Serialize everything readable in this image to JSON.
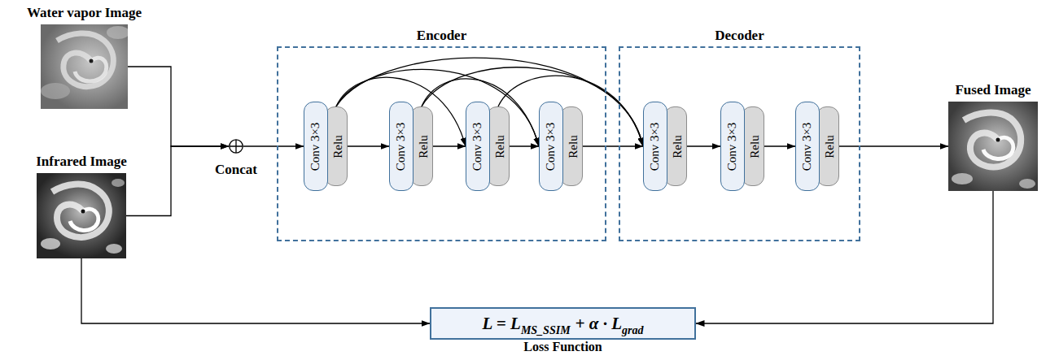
{
  "diagram": {
    "nodes": [
      {
        "text": [
          "Water vapor Image"
        ]
      },
      {
        "text": [
          "Infrared Image"
        ]
      },
      {
        "text": [
          "Concat"
        ]
      },
      {
        "text": [
          "Encoder"
        ]
      },
      {
        "text": [
          "Conv 3×3"
        ],
        "in": 3
      },
      {
        "text": [
          "Relu"
        ],
        "in": 3
      },
      {
        "text": [
          "Conv 3×3"
        ],
        "in": 3
      },
      {
        "text": [
          "Relu"
        ],
        "in": 3
      },
      {
        "text": [
          "Conv 3×3"
        ],
        "in": 3
      },
      {
        "text": [
          "Relu"
        ],
        "in": 3
      },
      {
        "text": [
          "Conv 3×3"
        ],
        "in": 3
      },
      {
        "text": [
          "Relu"
        ],
        "in": 3
      },
      {
        "text": [
          "Decoder"
        ]
      },
      {
        "text": [
          "Conv 3×3"
        ],
        "in": 12
      },
      {
        "text": [
          "Relu"
        ],
        "in": 12
      },
      {
        "text": [
          "Conv 3×3"
        ],
        "in": 12
      },
      {
        "text": [
          "Relu"
        ],
        "in": 12
      },
      {
        "text": [
          "Conv 3×3"
        ],
        "in": 12
      },
      {
        "text": [
          "Relu"
        ],
        "in": 12
      },
      {
        "text": [
          "Fused Image"
        ]
      },
      {
        "text": [
          "L = L",
          "MS_SSIM",
          "+ α · L",
          "grad",
          "Loss Function"
        ]
      }
    ],
    "edges": [
      {
        "from": 0,
        "to": 2,
        "arrow": "to"
      },
      {
        "from": 1,
        "to": 2,
        "arrow": "to"
      },
      {
        "from": 2,
        "to": 4,
        "arrow": "to"
      },
      {
        "from": 5,
        "to": 6,
        "arrow": "to"
      },
      {
        "from": 7,
        "to": 8,
        "arrow": "to"
      },
      {
        "from": 9,
        "to": 10,
        "arrow": "to"
      },
      {
        "from": 11,
        "to": 13,
        "arrow": "to"
      },
      {
        "from": 14,
        "to": 15,
        "arrow": "to"
      },
      {
        "from": 16,
        "to": 17,
        "arrow": "to"
      },
      {
        "from": 18,
        "to": 19,
        "arrow": "to"
      },
      {
        "from": 5,
        "to": 8,
        "arrow": "to"
      },
      {
        "from": 5,
        "to": 10,
        "arrow": "to"
      },
      {
        "from": 5,
        "to": 13,
        "arrow": "to"
      },
      {
        "from": 7,
        "to": 10,
        "arrow": "to"
      },
      {
        "from": 7,
        "to": 13,
        "arrow": "to"
      },
      {
        "from": 9,
        "to": 13,
        "arrow": "to"
      },
      {
        "from": 1,
        "to": 20,
        "arrow": "to"
      },
      {
        "from": 19,
        "to": 20,
        "arrow": "to"
      }
    ]
  }
}
